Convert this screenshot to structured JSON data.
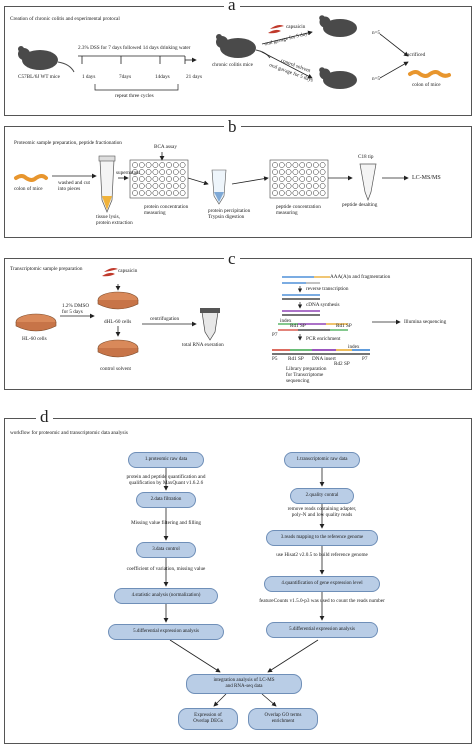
{
  "panel_a": {
    "letter": "a",
    "title": "Creation of chronic  colitis  and experimental protocal",
    "mouse_label": "C57BL/6J  WT mice",
    "dss_text": "2.3% DSS for 7 days followed 14 days drinking water",
    "days": [
      "1 days",
      "7days",
      "14days",
      "21 days"
    ],
    "repeat": "repeat three cycles",
    "colitis_mice": "chronic colitis mice",
    "capsaicin": "capsaicin",
    "oral_gavage_1": "oral gavage for 5 days",
    "control_solvent": "control solvent",
    "oral_gavage_2": "oral gavage for 5 days",
    "n1": "n=5",
    "n2": "n=5",
    "sacrificed": "sacrificed",
    "colon": "colon of mice"
  },
  "panel_b": {
    "letter": "b",
    "title": "Proteomic sample preparation, peptide fractionation",
    "colon": "colon of mice",
    "washed": "washed and cut\ninto pieces",
    "lysis": "tissue lysis,\nprotein extraction",
    "supernatant": "supernatant",
    "bca": "BCA assay",
    "prot_conc": "protein concentration\nmeasuring",
    "precip": "protein percipitation\nTrypsin digestion",
    "pep_conc": "peptide concentration\nmeasuring",
    "c18": "C18 tip",
    "desalt": "peptide  desalting",
    "lcms": "LC-MS/MS"
  },
  "panel_c": {
    "letter": "c",
    "title": "Transcriptomic sample preparation",
    "capsaicin": "capsaicin",
    "dmso": "1.2% DMSO\nfor 5 days",
    "hl60": "HL-60 cells",
    "dhl60": "dHL-60 cells",
    "control": "control solvent",
    "centrifugation": "centrifugation",
    "rna": "total RNA exeration",
    "aaa": "AAA(A)n   and fragmentation",
    "rt": "reverse transcription",
    "cdna": "cDNA synthesis",
    "index1": "index",
    "rd1": "Rd1 SP",
    "p7a": "P7",
    "rd1b": "Rd1 SP",
    "pcr": "PCR enrichment",
    "p5": "P5",
    "rd1c": "Rd1 SP",
    "dna_insert": "DNA insert",
    "index2": "index",
    "rd2": "Rd2 SP",
    "p7b": "P7",
    "library": "Library preparation\nfor Transcriptome\nsequencing",
    "illumina": "Illumina sequencing"
  },
  "panel_d": {
    "letter": "d",
    "title": "workflow for proteomic  and transcriptomic data analysis",
    "left": [
      "1.proteomic raw data",
      "2.data filtration",
      "3.data control",
      "4.statistic analysis (normalization)",
      "5.differential expression analysis"
    ],
    "left_notes": [
      "protein and peptide quantification and\nqualification by MaxQuant v1.6.2.6",
      "Missing value filtering and filling",
      "coefficient of variation, missing value"
    ],
    "right": [
      "1.transcriptomic raw data",
      "2.quality contral",
      "3.reads mapping to the reference genome",
      "4.quantification of gene expression level",
      "5.differential expression analysis"
    ],
    "right_notes": [
      "remove reads containing adapter,\npoly-N and low quality reads",
      "use Hisat2 v2.0.5 to build reference genome",
      "featureCounts v1.5.0-p3 was used to count the reads number"
    ],
    "integration": "integration analysis of LC-MS\nand RNA-seq data",
    "out1": "Expression of\nOverlap DEGs",
    "out2": "Overlap GO terms\nenrichment"
  },
  "colors": {
    "flow_fill": "#b9cde6",
    "flow_border": "#6f8fb8",
    "dish": "#d9895a",
    "colon": "#e8962e",
    "capsaicin": "#c0392b",
    "mouse": "#4a4a4a"
  }
}
